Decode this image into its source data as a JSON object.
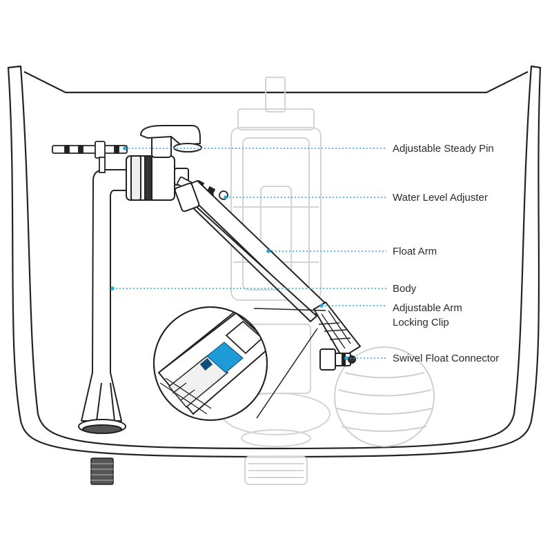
{
  "callouts": {
    "adjustable_steady_pin": "Adjustable Steady Pin",
    "water_level_adjuster": "Water Level Adjuster",
    "float_arm": "Float Arm",
    "body": "Body",
    "adjustable_arm_locking_clip_line1": "Adjustable Arm",
    "adjustable_arm_locking_clip_line2": "Locking Clip",
    "swivel_float_connector": "Swivel Float Connector"
  },
  "colors": {
    "outline": "#222222",
    "ghost_outline": "#d4d4d4",
    "leader_dots": "#29a8d8",
    "accent_blue": "#1e9bd7",
    "background": "#ffffff"
  },
  "icons": {
    "inset": "magnifier-detail-icon"
  }
}
